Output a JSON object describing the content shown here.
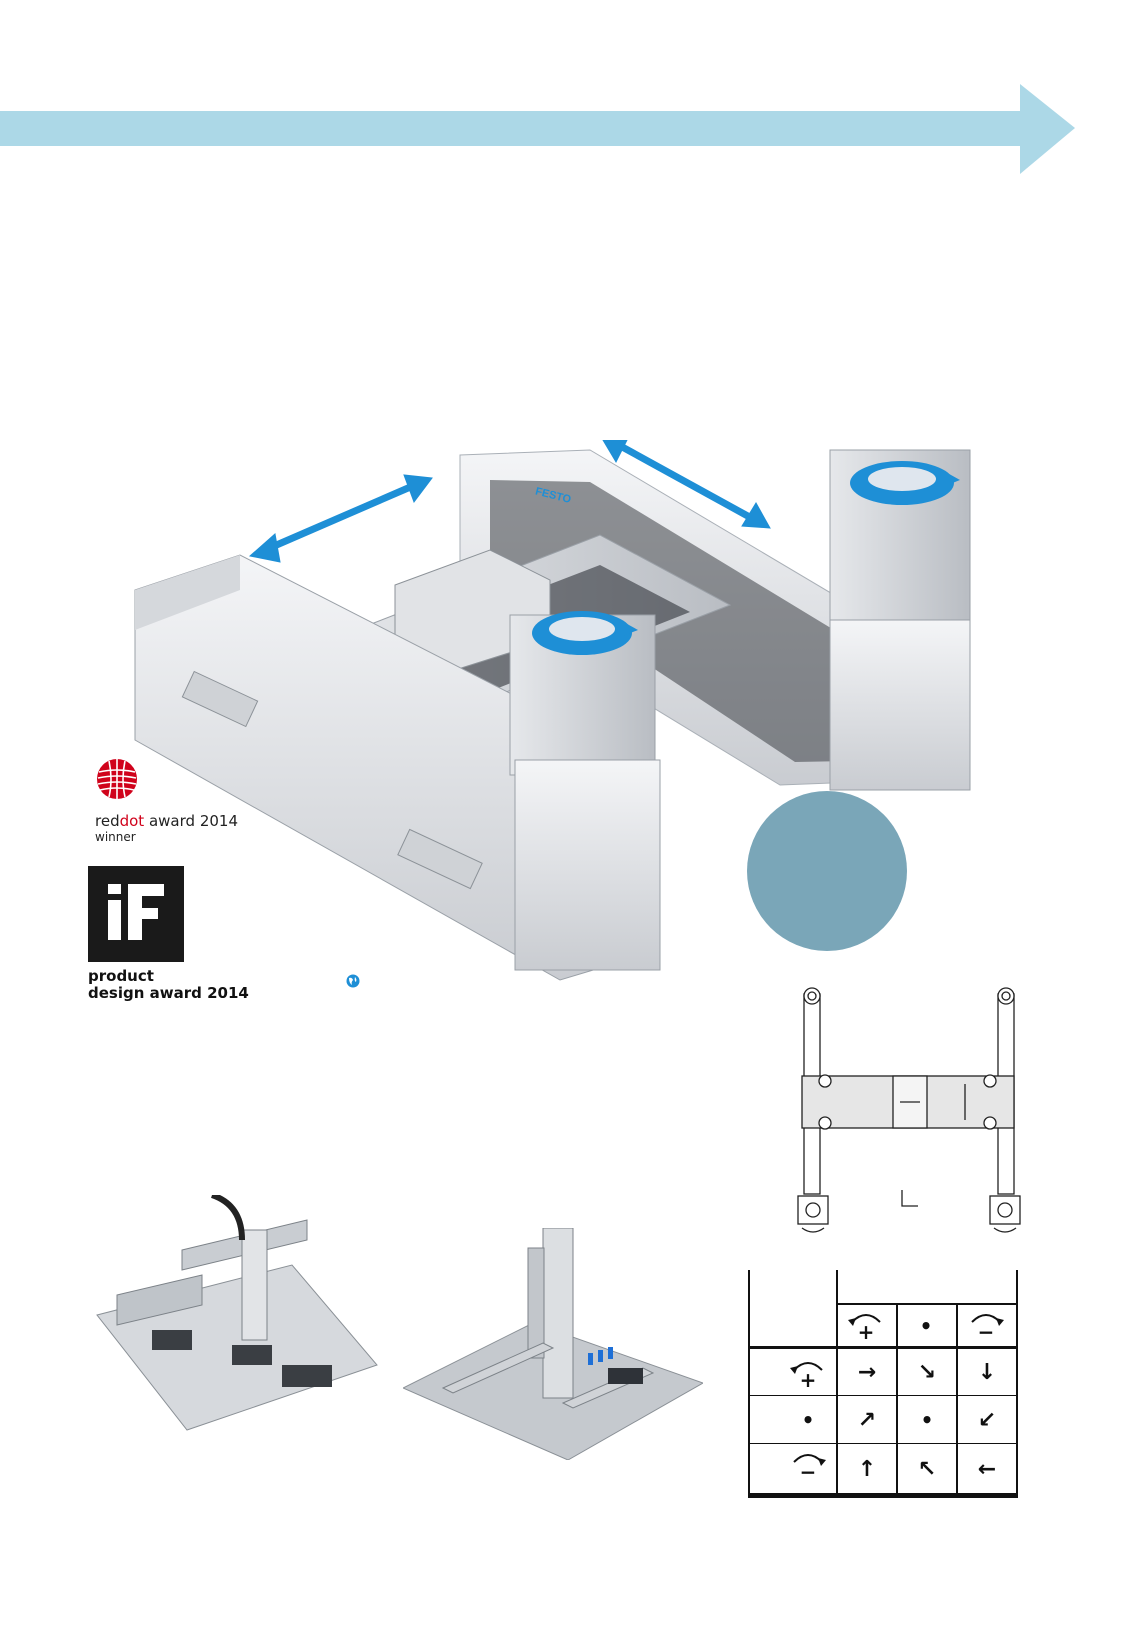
{
  "awards": {
    "reddot": {
      "brand_red": "red",
      "brand_dot": "dot",
      "label": "award 2014",
      "sub": "winner",
      "logo_color": "#d0021b"
    },
    "if_design": {
      "logo_text": "iF",
      "caption_line1": "product",
      "caption_line2": "design award 2014"
    }
  },
  "product_image": {
    "brand_label": "FESTO"
  },
  "colors": {
    "arrow": "#acd8e7",
    "motion_arrow": "#1e8fd6",
    "circle": "#7aa6b8",
    "text": "#111111"
  },
  "icons": [
    "globe-icon",
    "reddot-logo-icon",
    "if-logo-icon"
  ],
  "motion_table": {
    "header": [
      "plus-rotation",
      "stop",
      "minus-rotation"
    ],
    "row_headers": [
      "plus-rotation",
      "stop",
      "minus-rotation"
    ],
    "symbols": {
      "stop": "•",
      "plus": "+",
      "minus": "−"
    },
    "cells": [
      [
        "→",
        "↘",
        "↓"
      ],
      [
        "↗",
        "•",
        "↙"
      ],
      [
        "↑",
        "↖",
        "←"
      ]
    ]
  }
}
